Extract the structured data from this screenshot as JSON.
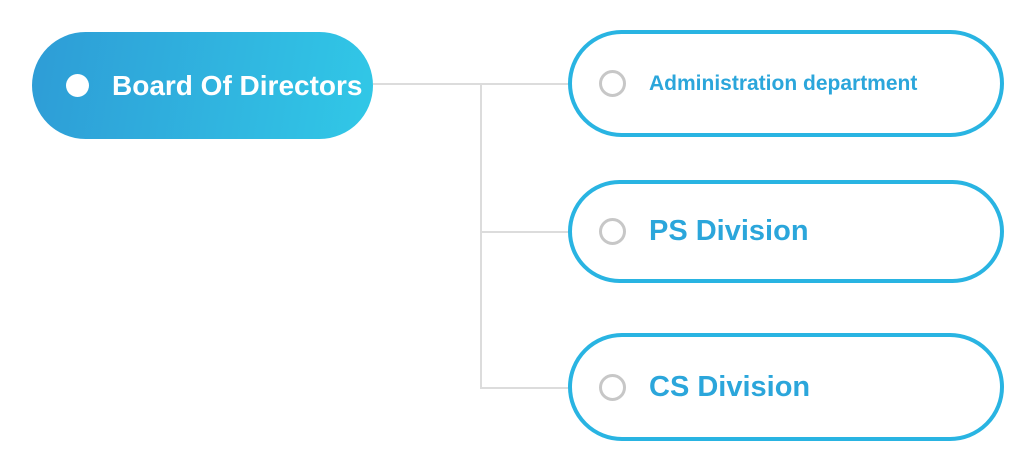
{
  "chart": {
    "type": "org-chart",
    "root": {
      "label": "Board Of Directors"
    },
    "children": [
      {
        "label": "Administration department"
      },
      {
        "label": "PS Division"
      },
      {
        "label": "CS Division"
      }
    ]
  },
  "colors": {
    "root_gradient_start": "#2e9cd6",
    "root_gradient_end": "#31c8e7",
    "root_text": "#ffffff",
    "child_border": "#29b4e2",
    "child_text": "#2ba6db",
    "bullet_fill_root": "#ffffff",
    "bullet_outline_child": "#c7c7c7",
    "connector": "#dcdcdc",
    "background": "#ffffff"
  }
}
